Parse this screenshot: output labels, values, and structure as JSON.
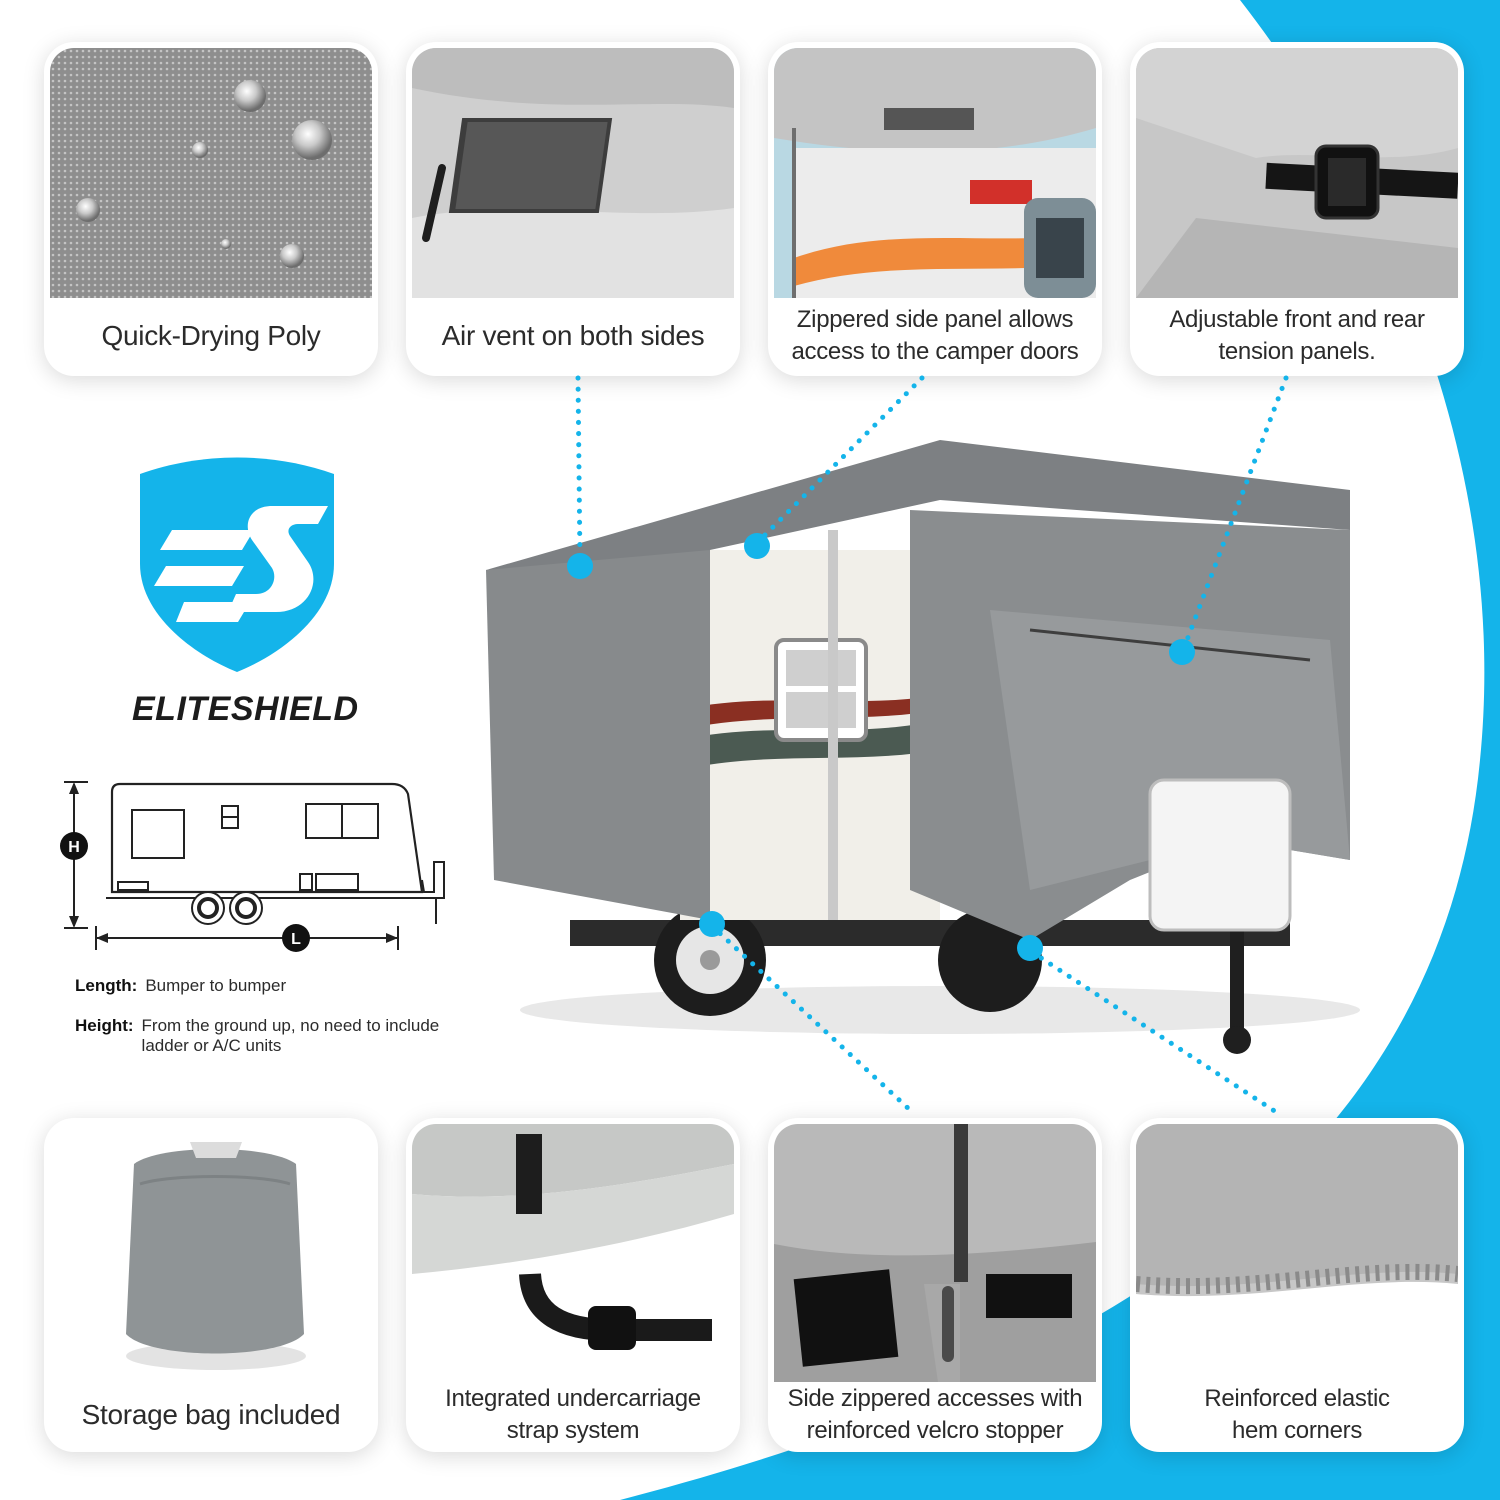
{
  "colors": {
    "accent": "#14b4ea",
    "cover_gray": "#8c8f91",
    "text": "#2b2b2b"
  },
  "brand": {
    "name": "ELITESHIELD",
    "logo": "shield-es-logo"
  },
  "features_top": [
    {
      "caption": "Quick-Drying Poly",
      "icon": "fabric-water-droplets"
    },
    {
      "caption": "Air vent on both sides",
      "icon": "air-vent"
    },
    {
      "caption": "Zippered side panel allows\naccess to the camper doors",
      "icon": "zippered-panel"
    },
    {
      "caption": "Adjustable front and rear\ntension panels.",
      "icon": "buckle-strap"
    }
  ],
  "features_bottom": [
    {
      "caption": "Storage bag included",
      "icon": "storage-bag"
    },
    {
      "caption": "Integrated undercarriage\nstrap system",
      "icon": "undercarriage-strap"
    },
    {
      "caption": "Side zippered accesses with\nreinforced velcro stopper",
      "icon": "zipper-velcro"
    },
    {
      "caption": "Reinforced elastic\nhem corners",
      "icon": "elastic-hem"
    }
  ],
  "measurement": {
    "height_marker": "H",
    "length_marker": "L",
    "length_label": "Length:",
    "length_value": "Bumper to bumper",
    "height_label": "Height:",
    "height_value": "From the ground up, no need to include\nladder or A/C units"
  }
}
